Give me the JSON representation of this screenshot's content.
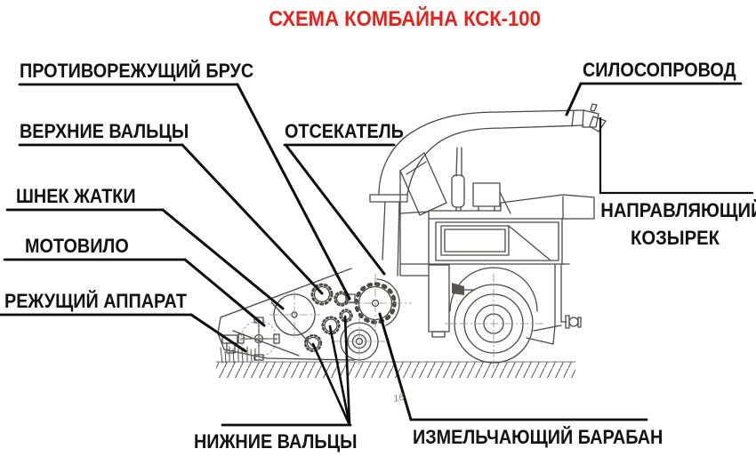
{
  "title": {
    "text": "СХЕМА КОМБАЙНА КСК-100"
  },
  "labels": {
    "counter_cutting_bar": "ПРОТИВОРЕЖУЩИЙ БРУС",
    "upper_rollers": "ВЕРХНИЕ ВАЛЬЦЫ",
    "header_auger": "ШНЕК ЖАТКИ",
    "reel": "МОТОВИЛО",
    "cutting_unit": "РЕЖУЩИЙ АППАРАТ",
    "cutoff_plate": "ОТСЕКАТЕЛЬ",
    "silage_duct": "СИЛОСОПРОВОД",
    "guide_visor_line1": "НАПРАВЛЯЮЩИЙ",
    "guide_visor_line2": "КОЗЫРЕК",
    "lower_rollers": "НИЖНИЕ ВАЛЬЦЫ",
    "chopper_drum": "ИЗМЕЛЬЧАЮЩИЙ БАРАБАН"
  },
  "pencil_note": "16",
  "colors": {
    "title_red": "#e6231b",
    "label_ink": "#121212",
    "drawing_ink": "#4d4a45"
  }
}
